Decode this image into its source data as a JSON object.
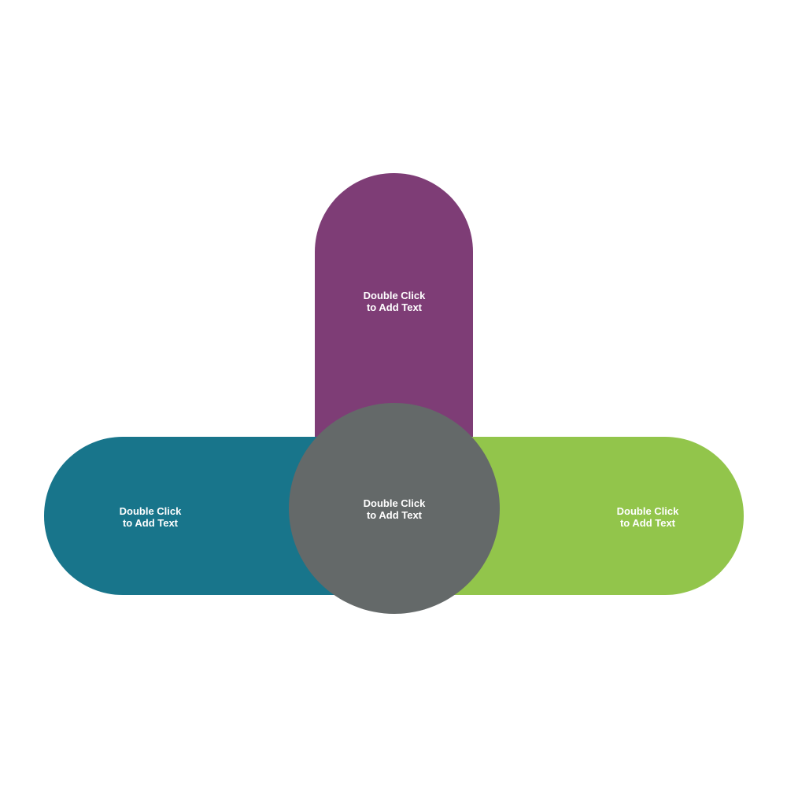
{
  "diagram": {
    "type": "radial-petal",
    "shapes": {
      "top": {
        "label": "Double Click\nto Add Text",
        "color": "#7e3d76"
      },
      "left": {
        "label": "Double Click\nto Add Text",
        "color": "#18758b"
      },
      "right": {
        "label": "Double Click\nto Add Text",
        "color": "#92c54b"
      },
      "center": {
        "label": "Double Click\nto Add Text",
        "color": "#646969"
      }
    }
  }
}
